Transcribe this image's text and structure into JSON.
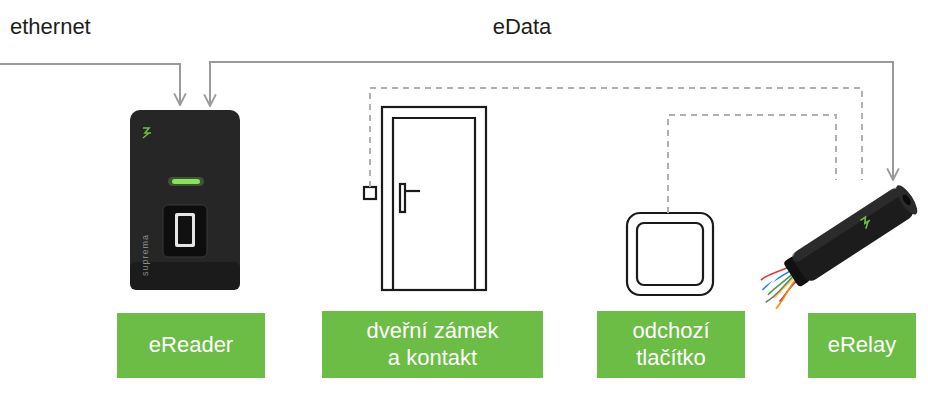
{
  "diagram": {
    "nodes": [
      {
        "text": [
          "eReader"
        ]
      },
      {
        "text": [
          "dveřní zámek a kontakt"
        ]
      },
      {
        "text": [
          "odchozí tlačítko"
        ]
      },
      {
        "text": [
          "eRelay"
        ]
      }
    ],
    "edges": [
      {
        "from": 0,
        "to": 3,
        "label": "eData",
        "arrow": "both"
      },
      {
        "from": 1,
        "to": 3,
        "arrow": "none"
      },
      {
        "from": 2,
        "to": 3,
        "arrow": "none"
      }
    ],
    "labels": [
      "ethernet",
      "suprema"
    ]
  }
}
